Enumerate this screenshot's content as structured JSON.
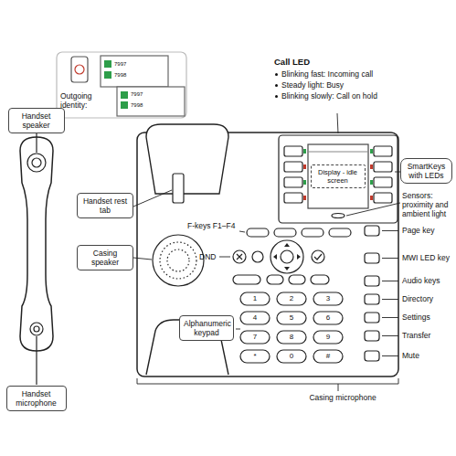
{
  "diagram": {
    "nodes": [
      {
        "text": [
          "Handset speaker"
        ]
      },
      {
        "text": [
          "SmartKeys with LEDs"
        ]
      },
      {
        "text": [
          "Display - idle screen"
        ]
      },
      {
        "text": [
          "Handset rest tab"
        ]
      },
      {
        "text": [
          "Casing speaker"
        ]
      },
      {
        "text": [
          "Alphanumeric keypad"
        ]
      },
      {
        "text": [
          "Handset microphone"
        ]
      }
    ],
    "labels": [
      "Outgoing identity:",
      "7997",
      "7998",
      "7997",
      "7998",
      "Call LED",
      "Blinking fast: Incoming call",
      "Steady light: Busy",
      "Blinking slowly: Call on hold",
      "F-keys F1–F4",
      "DND",
      "Sensors: proximity and ambient light",
      "Page key",
      "MWI LED key",
      "Audio keys",
      "Directory",
      "Settings",
      "Transfer",
      "Mute",
      "1",
      "2",
      "3",
      "4",
      "5",
      "6",
      "7",
      "8",
      "9",
      "*",
      "0",
      "#",
      "Casing microphone"
    ]
  }
}
